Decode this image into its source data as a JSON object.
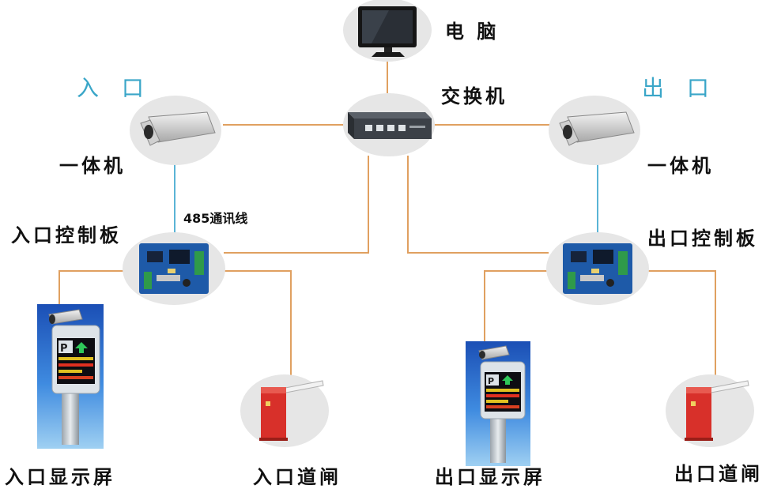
{
  "labels": {
    "computer": "电 脑",
    "switch": "交换机",
    "entrance": "入 口",
    "exit": "出 口",
    "entrance_camera": "一体机",
    "exit_camera": "一体机",
    "rs485": "485通讯线",
    "entrance_board": "入口控制板",
    "exit_board": "出口控制板",
    "entrance_display": "入口显示屏",
    "entrance_gate": "入口道闸",
    "exit_display": "出口显示屏",
    "exit_gate": "出口道闸"
  },
  "colors": {
    "wire_orange": "#e0a060",
    "wire_blue": "#5ab4d6",
    "node_bg": "#e6e6e6",
    "accent_blue": "#3aa6c8",
    "gate_red": "#d8302a",
    "pcb_blue": "#1e5aa8"
  },
  "icons": {
    "computer": "desktop-computer-icon",
    "switch": "network-switch-icon",
    "camera": "box-camera-icon",
    "board": "circuit-board-icon",
    "display": "parking-display-terminal-icon",
    "gate": "barrier-gate-icon"
  }
}
